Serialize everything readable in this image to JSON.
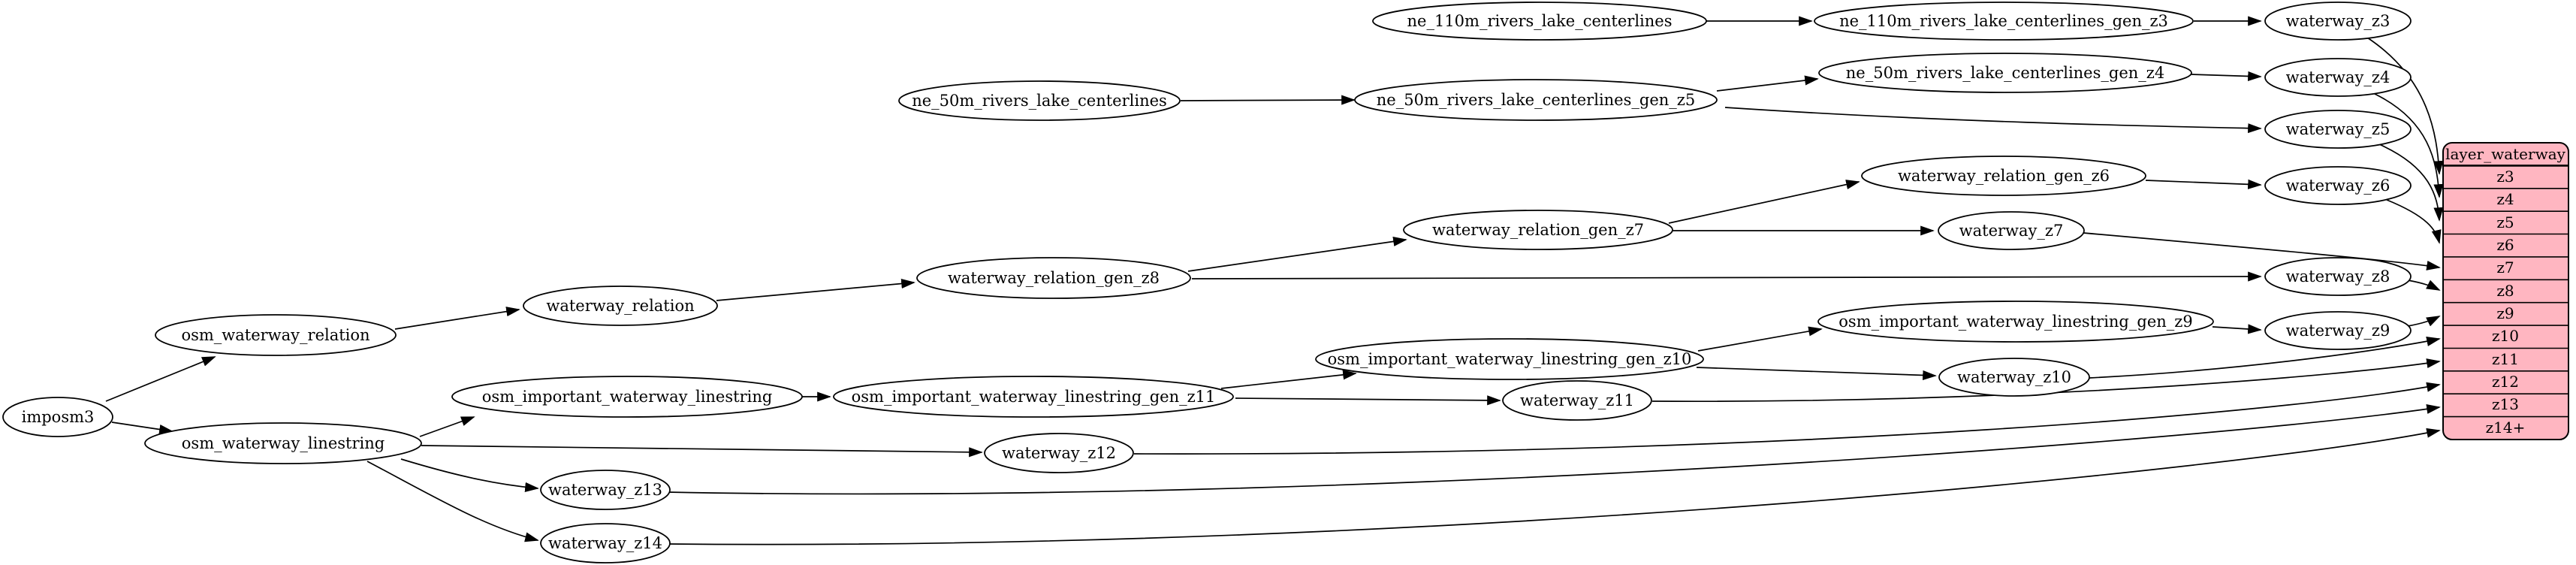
{
  "diagram": {
    "type": "etl-dependency-graph",
    "background": "#ffffff"
  },
  "nodes": {
    "imposm3": "imposm3",
    "osm_waterway_relation": "osm_waterway_relation",
    "osm_waterway_linestring": "osm_waterway_linestring",
    "waterway_relation": "waterway_relation",
    "osm_important_waterway_linestring": "osm_important_waterway_linestring",
    "waterway_relation_gen_z8": "waterway_relation_gen_z8",
    "waterway_relation_gen_z7": "waterway_relation_gen_z7",
    "waterway_relation_gen_z6": "waterway_relation_gen_z6",
    "osm_important_waterway_linestring_gen_z11": "osm_important_waterway_linestring_gen_z11",
    "osm_important_waterway_linestring_gen_z10": "osm_important_waterway_linestring_gen_z10",
    "osm_important_waterway_linestring_gen_z9": "osm_important_waterway_linestring_gen_z9",
    "ne_110m_rivers_lake_centerlines": "ne_110m_rivers_lake_centerlines",
    "ne_110m_rivers_lake_centerlines_gen_z3": "ne_110m_rivers_lake_centerlines_gen_z3",
    "ne_50m_rivers_lake_centerlines": "ne_50m_rivers_lake_centerlines",
    "ne_50m_rivers_lake_centerlines_gen_z5": "ne_50m_rivers_lake_centerlines_gen_z5",
    "ne_50m_rivers_lake_centerlines_gen_z4": "ne_50m_rivers_lake_centerlines_gen_z4",
    "waterway_z3": "waterway_z3",
    "waterway_z4": "waterway_z4",
    "waterway_z5": "waterway_z5",
    "waterway_z6": "waterway_z6",
    "waterway_z7": "waterway_z7",
    "waterway_z8": "waterway_z8",
    "waterway_z9": "waterway_z9",
    "waterway_z10": "waterway_z10",
    "waterway_z11": "waterway_z11",
    "waterway_z12": "waterway_z12",
    "waterway_z13": "waterway_z13",
    "waterway_z14": "waterway_z14"
  },
  "layer_table": {
    "title": "layer_waterway",
    "rows": [
      "z3",
      "z4",
      "z5",
      "z6",
      "z7",
      "z8",
      "z9",
      "z10",
      "z11",
      "z12",
      "z13",
      "z14+"
    ],
    "fill": "#ffb6c1",
    "border": "#000000"
  },
  "edges": [
    {
      "from": "imposm3",
      "to": "osm_waterway_relation"
    },
    {
      "from": "imposm3",
      "to": "osm_waterway_linestring"
    },
    {
      "from": "osm_waterway_relation",
      "to": "waterway_relation"
    },
    {
      "from": "waterway_relation",
      "to": "waterway_relation_gen_z8"
    },
    {
      "from": "waterway_relation_gen_z8",
      "to": "waterway_relation_gen_z7"
    },
    {
      "from": "waterway_relation_gen_z8",
      "to": "waterway_z8"
    },
    {
      "from": "waterway_relation_gen_z7",
      "to": "waterway_relation_gen_z6"
    },
    {
      "from": "waterway_relation_gen_z7",
      "to": "waterway_z7"
    },
    {
      "from": "waterway_relation_gen_z6",
      "to": "waterway_z6"
    },
    {
      "from": "osm_waterway_linestring",
      "to": "osm_important_waterway_linestring"
    },
    {
      "from": "osm_waterway_linestring",
      "to": "waterway_z12"
    },
    {
      "from": "osm_waterway_linestring",
      "to": "waterway_z13"
    },
    {
      "from": "osm_waterway_linestring",
      "to": "waterway_z14"
    },
    {
      "from": "osm_important_waterway_linestring",
      "to": "osm_important_waterway_linestring_gen_z11"
    },
    {
      "from": "osm_important_waterway_linestring_gen_z11",
      "to": "osm_important_waterway_linestring_gen_z10"
    },
    {
      "from": "osm_important_waterway_linestring_gen_z11",
      "to": "waterway_z11"
    },
    {
      "from": "osm_important_waterway_linestring_gen_z10",
      "to": "osm_important_waterway_linestring_gen_z9"
    },
    {
      "from": "osm_important_waterway_linestring_gen_z10",
      "to": "waterway_z10"
    },
    {
      "from": "osm_important_waterway_linestring_gen_z9",
      "to": "waterway_z9"
    },
    {
      "from": "ne_110m_rivers_lake_centerlines",
      "to": "ne_110m_rivers_lake_centerlines_gen_z3"
    },
    {
      "from": "ne_110m_rivers_lake_centerlines_gen_z3",
      "to": "waterway_z3"
    },
    {
      "from": "ne_50m_rivers_lake_centerlines",
      "to": "ne_50m_rivers_lake_centerlines_gen_z5"
    },
    {
      "from": "ne_50m_rivers_lake_centerlines_gen_z5",
      "to": "ne_50m_rivers_lake_centerlines_gen_z4"
    },
    {
      "from": "ne_50m_rivers_lake_centerlines_gen_z5",
      "to": "waterway_z5"
    },
    {
      "from": "ne_50m_rivers_lake_centerlines_gen_z4",
      "to": "waterway_z4"
    },
    {
      "from": "waterway_z3",
      "to": "layer_waterway.z3"
    },
    {
      "from": "waterway_z4",
      "to": "layer_waterway.z4"
    },
    {
      "from": "waterway_z5",
      "to": "layer_waterway.z5"
    },
    {
      "from": "waterway_z6",
      "to": "layer_waterway.z6"
    },
    {
      "from": "waterway_z7",
      "to": "layer_waterway.z7"
    },
    {
      "from": "waterway_z8",
      "to": "layer_waterway.z8"
    },
    {
      "from": "waterway_z9",
      "to": "layer_waterway.z9"
    },
    {
      "from": "waterway_z10",
      "to": "layer_waterway.z10"
    },
    {
      "from": "waterway_z11",
      "to": "layer_waterway.z11"
    },
    {
      "from": "waterway_z12",
      "to": "layer_waterway.z12"
    },
    {
      "from": "waterway_z13",
      "to": "layer_waterway.z13"
    },
    {
      "from": "waterway_z14",
      "to": "layer_waterway.z14+"
    }
  ],
  "colors": {
    "node_fill": "#ffffff",
    "edge": "#000000",
    "table_fill": "#ffb6c1",
    "background": "#ffffff"
  }
}
